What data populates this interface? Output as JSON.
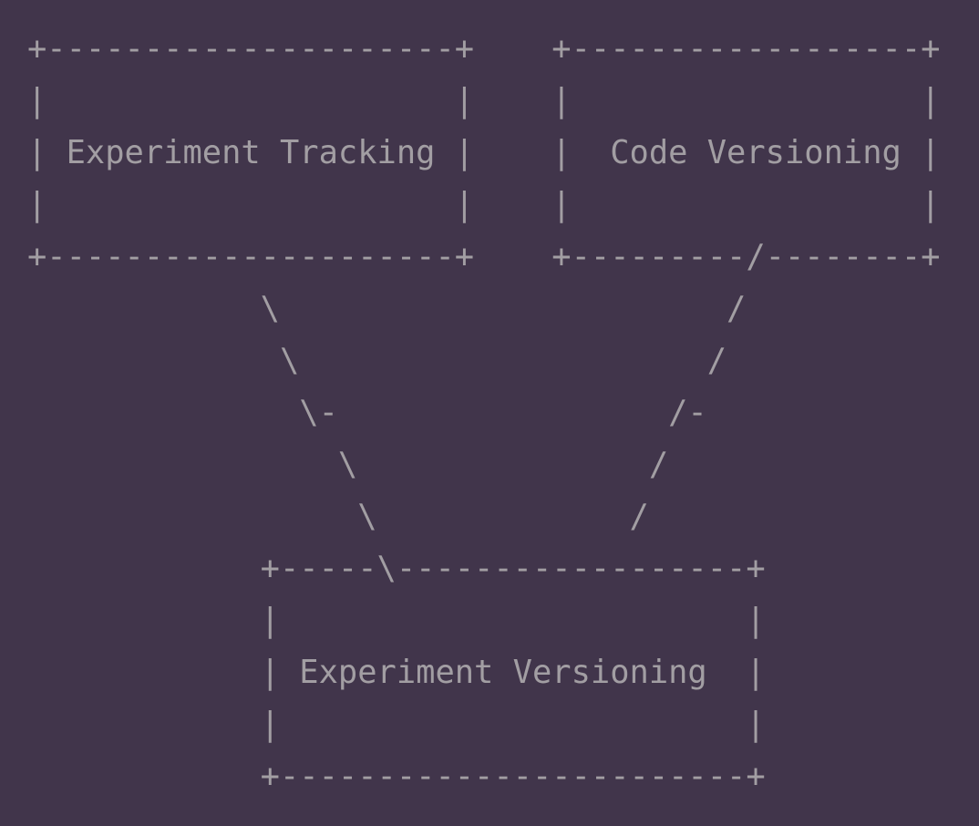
{
  "diagram": {
    "labels": [
      "Experiment Tracking",
      "Code Versioning",
      "Experiment Versioning"
    ],
    "lines": [
      "+---------------------+    +------------------+",
      "|                     |    |                  |",
      "| Experiment Tracking |    |  Code Versioning |",
      "|                     |    |                  |",
      "+---------------------+    +---------/--------+",
      "            \\                       /",
      "             \\                     /",
      "              \\-                 /-",
      "                \\               /",
      "                 \\             /",
      "            +-----\\------------------+",
      "            |                        |",
      "            | Experiment Versioning  |",
      "            |                        |",
      "            +------------------------+"
    ]
  }
}
